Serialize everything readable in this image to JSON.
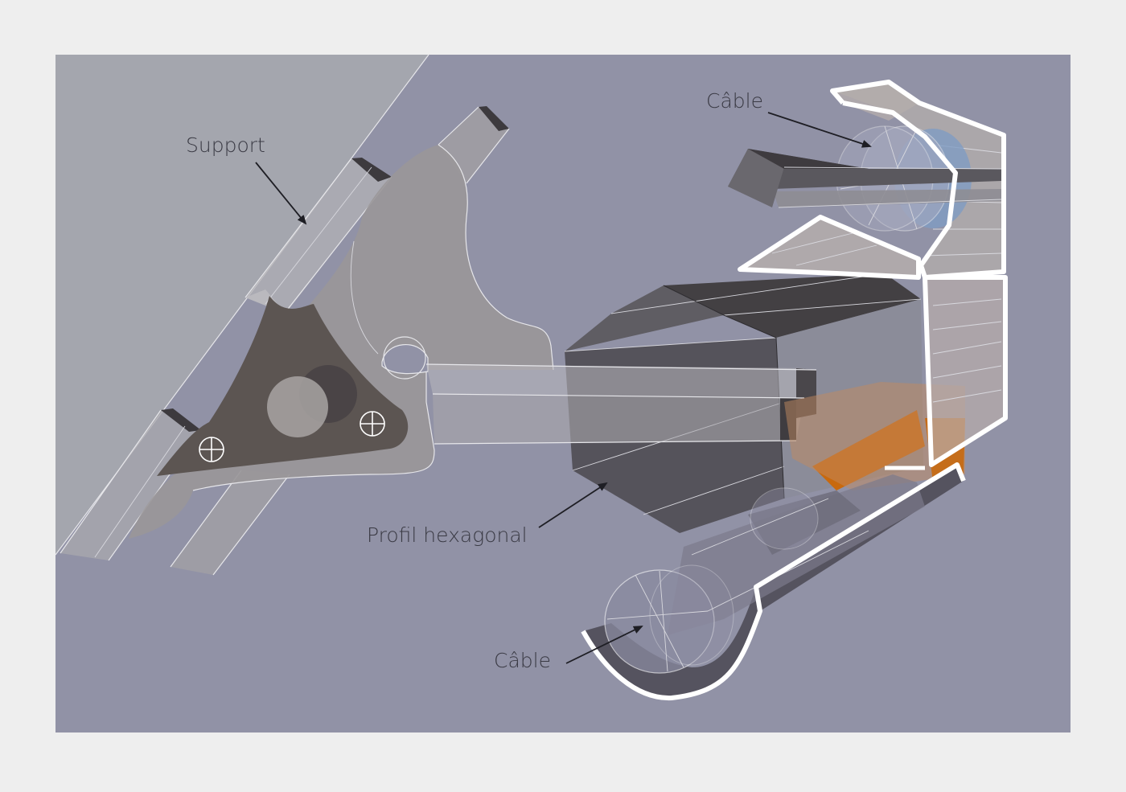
{
  "diagram": {
    "colors": {
      "page_background": "#eeeeee",
      "panel_background": "#9192a6",
      "wall": "#a4a6ae",
      "mount_dark": "#5c5552",
      "hex_dark": "#55535b",
      "hex_top": "#433f42",
      "orange": "#c8690e",
      "blue_cable": "#7f9cc3",
      "shell": "#ffffff"
    },
    "labels": {
      "support": "Support",
      "cable_top": "Câble",
      "hex_profile": "Profil hexagonal",
      "cable_bottom": "Câble"
    }
  }
}
